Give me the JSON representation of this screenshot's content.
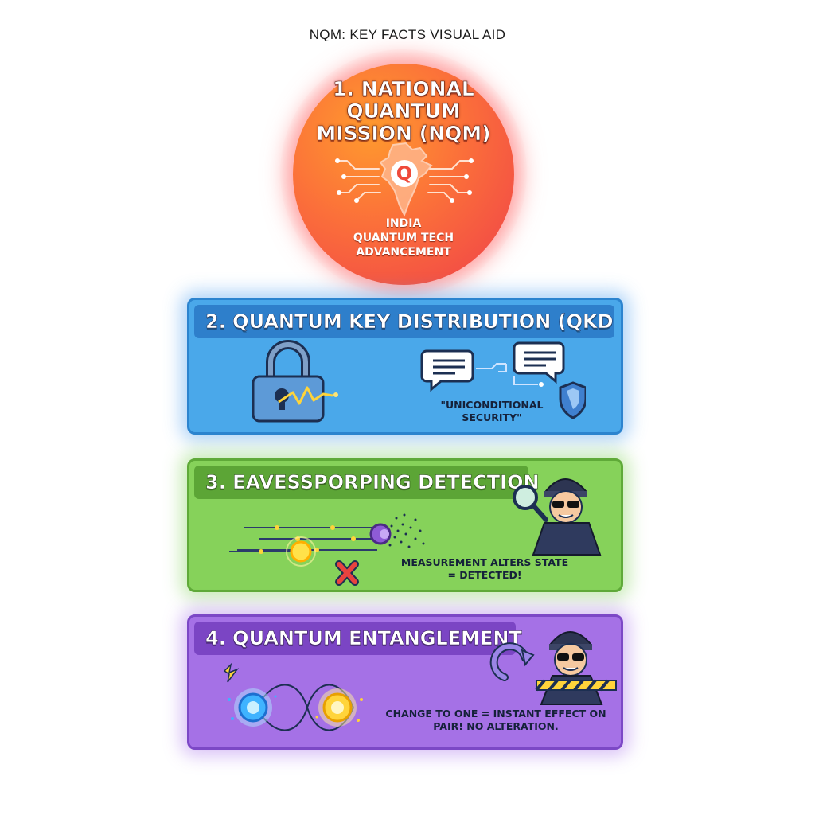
{
  "header": {
    "title": "NQM: KEY FACTS VISUAL AID"
  },
  "nqm": {
    "title_lines": [
      "1. NATIONAL",
      "QUANTUM",
      "MISSION (NQM)"
    ],
    "subtitle_lines": [
      "INDIA",
      "QUANTUM TECH",
      "ADVANCEMENT"
    ],
    "badge_letter": "Q",
    "colors": {
      "start": "#ff9a2e",
      "end": "#ef3f4a"
    }
  },
  "qkd": {
    "title": "2. QUANTUM KEY DISTRIBUTION (QKD",
    "caption_lines": [
      "\"UNICONDITIONAL",
      "SECURITY\""
    ],
    "color": "#4aa8ea"
  },
  "eavesdrop": {
    "title": "3. EAVESSPORPING DETECTION",
    "caption_lines": [
      "MEASUREMENT ALTERS STATE",
      "= DETECTED!"
    ],
    "color": "#86d25a"
  },
  "entanglement": {
    "title": "4. QUANTUM ENTANGLEMENT",
    "caption_lines": [
      "CHANGE TO ONE = INSTANT EFFECT ON",
      "PAIR! NO ALTERATION."
    ],
    "color": "#a571e6"
  }
}
